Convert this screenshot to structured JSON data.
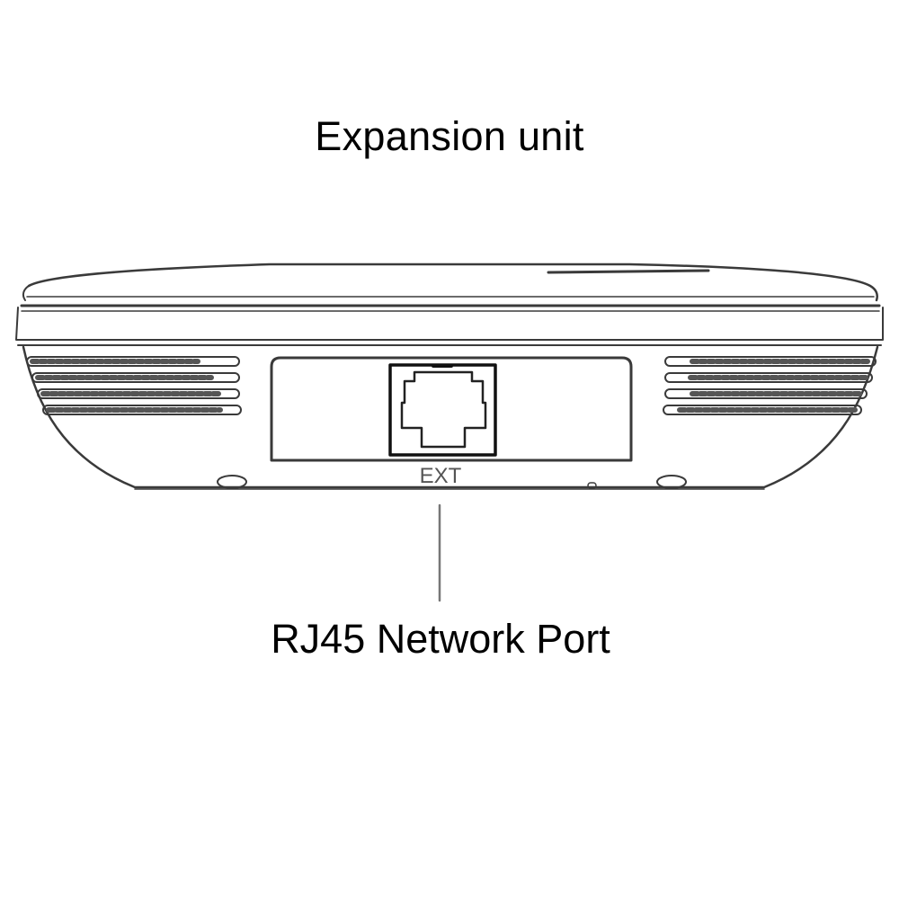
{
  "diagram": {
    "title": "Expansion unit",
    "port_label": "EXT",
    "callouts": [
      {
        "label": "RJ45 Network Port",
        "target": "ext-port"
      }
    ],
    "colors": {
      "line": "#3a3a3a",
      "background": "#ffffff",
      "text": "#000000"
    }
  }
}
